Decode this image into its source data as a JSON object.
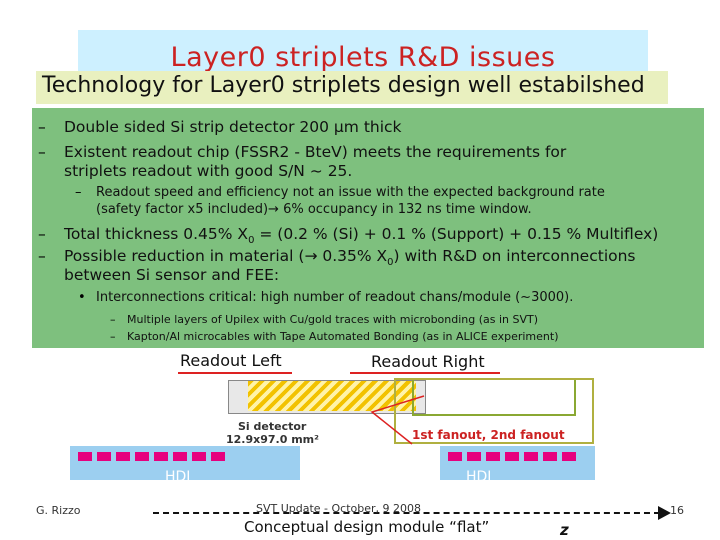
{
  "title": "Layer0 striplets R&D issues",
  "subtitle": "Technology for Layer0 striplets design well estabilshed",
  "bullets": {
    "b1": "Double sided Si strip detector 200 μm thick",
    "b2_line1": "Existent readout chip (FSSR2 - BteV) meets the requirements for",
    "b2_line2": "striplets readout with good S/N ~ 25.",
    "b2_sub_line1": "Readout speed and efficiency not an issue with the expected background rate",
    "b2_sub_line2": "(safety factor x5 included)→ 6% occupancy in 132 ns time window.",
    "b3_prefix": "Total thickness 0.45% X",
    "b3_sub": "0",
    "b3_suffix": " = (0.2 % (Si) + 0.1 % (Support) + 0.15 % Multiflex)",
    "b4_line1_prefix": "Possible reduction in material (→ 0.35% X",
    "b4_line1_sub": "0",
    "b4_line1_suffix": ") with R&D on interconnections",
    "b4_line2": "between Si sensor and FEE:",
    "b4_sub": "Interconnections critical: high number of readout chans/module (~3000).",
    "b4_subsub1": "Multiple layers of Upilex with Cu/gold traces with microbonding (as in SVT)",
    "b4_subsub2": "Kapton/Al microcables with Tape Automated Bonding (as in ALICE experiment)"
  },
  "diagram": {
    "readout_left": "Readout Left",
    "readout_right": "Readout Right",
    "detector_line1": "Si detector",
    "detector_line2": "12.9x97.0 mm²",
    "fanout_label": "1st fanout, 2nd fanout",
    "hdi_left": "HDI",
    "hdi_right": "HDI",
    "caption": "Conceptual design module “flat”",
    "z_label": "z"
  },
  "footer": {
    "author": "G. Rizzo",
    "center": "SVT Update - October, 9 2008",
    "page": "16"
  },
  "colors": {
    "title": "#cc2222",
    "green_box": "#7ec07e",
    "hdi": "#9ccff0",
    "pads": "#e6007e",
    "fanout_border": "#8aa832"
  }
}
